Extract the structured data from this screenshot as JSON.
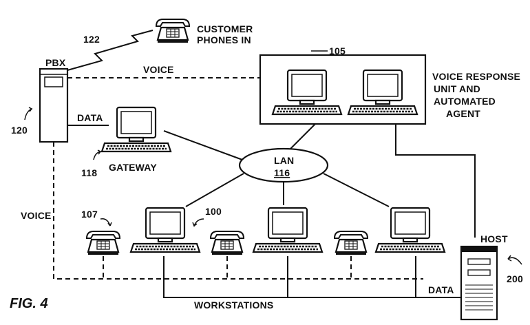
{
  "labels": {
    "customer_phones_line1": "CUSTOMER",
    "customer_phones_line2": "PHONES IN",
    "ref_122": "122",
    "pbx": "PBX",
    "voice_top": "VOICE",
    "ref_105": "105",
    "vru_line1": "VOICE RESPONSE",
    "vru_line2": "UNIT AND",
    "vru_line3": "AUTOMATED",
    "vru_line4": "AGENT",
    "ref_120": "120",
    "data_left": "DATA",
    "ref_118": "118",
    "gateway": "GATEWAY",
    "lan": "LAN",
    "ref_116": "116",
    "voice_left": "VOICE",
    "ref_107": "107",
    "ref_100": "100",
    "host": "HOST",
    "ref_200": "200",
    "data_bottom": "DATA",
    "workstations": "WORKSTATIONS",
    "fig_label": "FIG. 4"
  },
  "icons": [
    "telephone-icon",
    "computer-workstation-icon",
    "pbx-cabinet-icon",
    "host-server-icon",
    "lan-ellipse",
    "lightning-link-icon"
  ]
}
